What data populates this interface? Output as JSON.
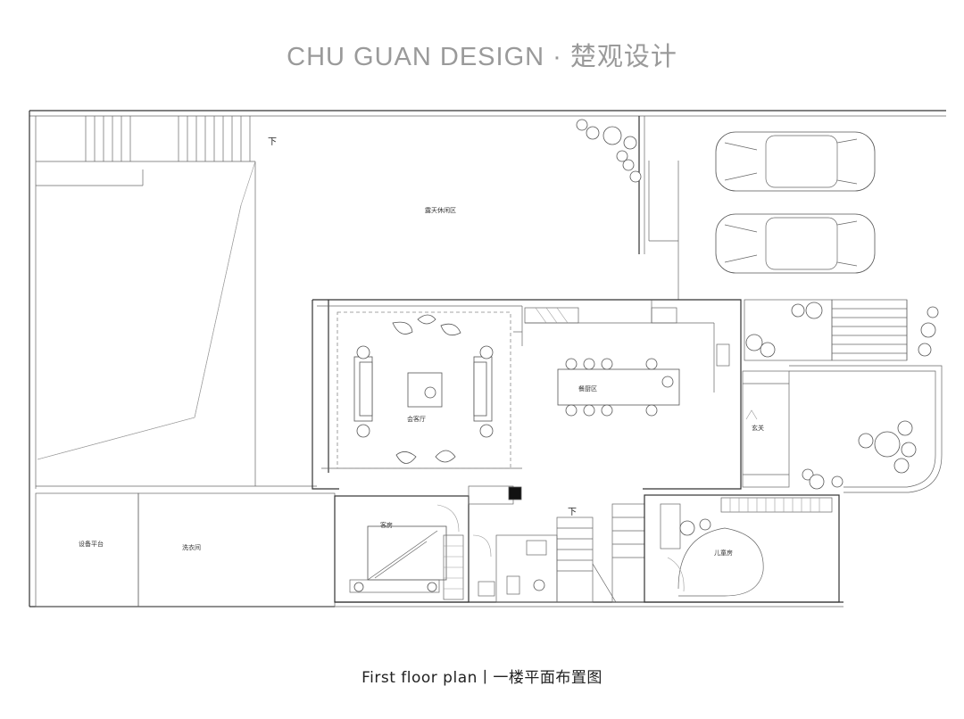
{
  "header": {
    "title": "CHU GUAN DESIGN · 楚观设计"
  },
  "plan": {
    "labels": {
      "terrace": "露天休闲区",
      "living_room": "会客厅",
      "dining": "餐厨区",
      "entrance": "玄关",
      "bedroom": "客房",
      "kids_room": "儿童房",
      "equipment_platform": "设备平台",
      "laundry": "洗衣间",
      "down_top": "下",
      "down_stair": "下"
    }
  },
  "footer": {
    "caption": "First floor plan丨一楼平面布置图"
  }
}
